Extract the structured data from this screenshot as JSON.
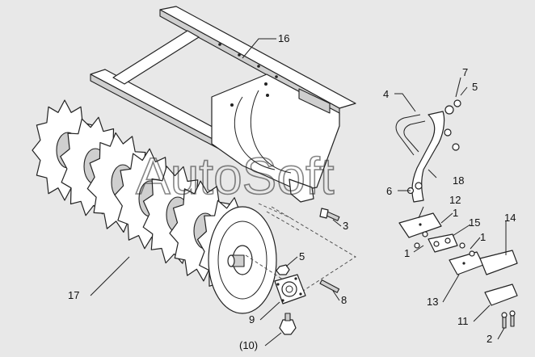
{
  "watermark": "AutoSoft",
  "callouts": [
    {
      "id": "c16",
      "text": "16"
    },
    {
      "id": "c4",
      "text": "4"
    },
    {
      "id": "c7",
      "text": "7"
    },
    {
      "id": "c5a",
      "text": "5"
    },
    {
      "id": "c18",
      "text": "18"
    },
    {
      "id": "c6",
      "text": "6"
    },
    {
      "id": "c12",
      "text": "12"
    },
    {
      "id": "c1a",
      "text": "1"
    },
    {
      "id": "c15",
      "text": "15"
    },
    {
      "id": "c1b",
      "text": "1"
    },
    {
      "id": "c1c",
      "text": "1"
    },
    {
      "id": "c14",
      "text": "14"
    },
    {
      "id": "c3",
      "text": "3"
    },
    {
      "id": "c5b",
      "text": "5"
    },
    {
      "id": "c17",
      "text": "17"
    },
    {
      "id": "c9",
      "text": "9"
    },
    {
      "id": "c8",
      "text": "8"
    },
    {
      "id": "c10",
      "text": "(10)"
    },
    {
      "id": "c13",
      "text": "13"
    },
    {
      "id": "c11",
      "text": "11"
    },
    {
      "id": "c2",
      "text": "2"
    }
  ]
}
